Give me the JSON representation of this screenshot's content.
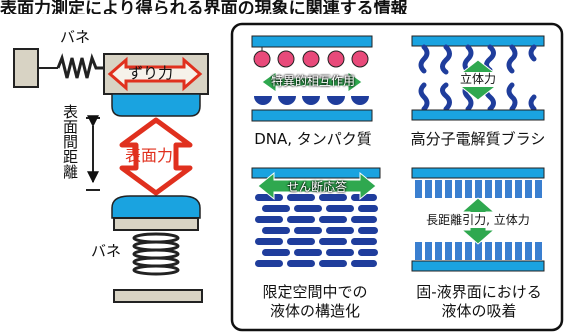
{
  "header": {
    "title": "表面力測定により得られる界面の現象に関連する情報"
  },
  "apparatus": {
    "spring_top_label": "バネ",
    "shear_force_label": "ずり力",
    "distance_label": "表面間距離",
    "surface_force_label": "表面力",
    "spring_bottom_label": "バネ"
  },
  "panels": [
    {
      "inner_label": "特異的相互作用",
      "caption": [
        "DNA, タンパク質"
      ]
    },
    {
      "inner_label": "立体力",
      "caption": [
        "高分子電解質ブラシ"
      ]
    },
    {
      "inner_label": "せん断応答",
      "caption": [
        "限定空間中での",
        "液体の構造化"
      ]
    },
    {
      "inner_label": "長距離引力, 立体力",
      "caption": [
        "固-液界面における",
        "液体の吸着"
      ]
    }
  ],
  "colors": {
    "surface_blue": "#1aa3e0",
    "force_red": "#e0301e",
    "arrow_green": "#2fa84f",
    "molecule_navy": "#1f3d9c",
    "bead_pink": "#e84a7a",
    "frame_gray": "#d8d3c4"
  }
}
